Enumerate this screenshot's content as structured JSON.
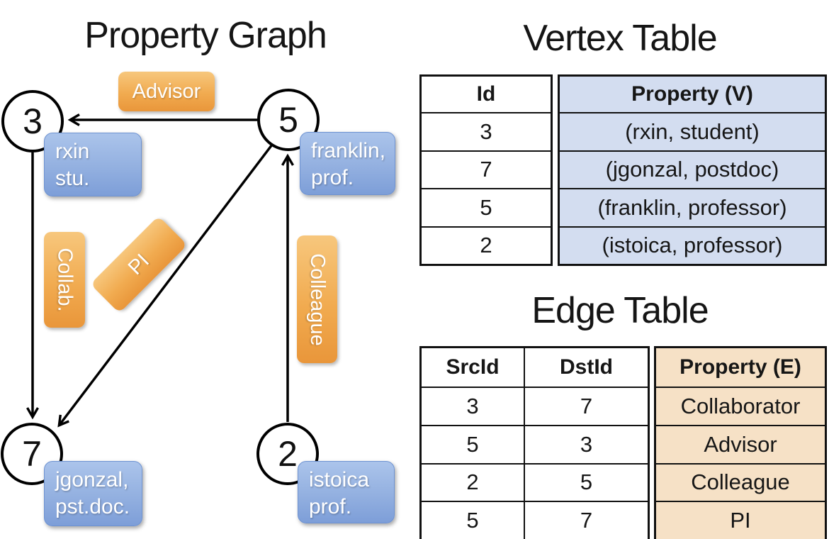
{
  "titles": {
    "graph": "Property Graph",
    "vertex": "Vertex Table",
    "edge": "Edge Table"
  },
  "graph": {
    "nodes": {
      "n3": "3",
      "n5": "5",
      "n7": "7",
      "n2": "2"
    },
    "vertex_boxes": {
      "rxin": [
        "rxin",
        "stu."
      ],
      "franklin": [
        "franklin,",
        "prof."
      ],
      "jgonzal": [
        "jgonzal,",
        "pst.doc."
      ],
      "istoica": [
        "istoica",
        "prof."
      ]
    },
    "edge_labels": {
      "advisor": "Advisor",
      "collab": "Collab.",
      "pi": "PI",
      "colleague": "Colleague"
    }
  },
  "vertex_table": {
    "headers": {
      "id": "Id",
      "property": "Property (V)"
    },
    "rows": [
      {
        "id": "3",
        "property": "(rxin, student)"
      },
      {
        "id": "7",
        "property": "(jgonzal, postdoc)"
      },
      {
        "id": "5",
        "property": "(franklin, professor)"
      },
      {
        "id": "2",
        "property": "(istoica, professor)"
      }
    ]
  },
  "edge_table": {
    "headers": {
      "src": "SrcId",
      "dst": "DstId",
      "property": "Property (E)"
    },
    "rows": [
      {
        "src": "3",
        "dst": "7",
        "property": "Collaborator"
      },
      {
        "src": "5",
        "dst": "3",
        "property": "Advisor"
      },
      {
        "src": "2",
        "dst": "5",
        "property": "Colleague"
      },
      {
        "src": "5",
        "dst": "7",
        "property": "PI"
      }
    ]
  },
  "colors": {
    "vertex_cell_bg": "#d3ddf0",
    "edge_cell_bg": "#f6e1c6",
    "vertex_box_gradient_top": "#abc4eb",
    "vertex_box_gradient_bottom": "#7d9ed8",
    "edge_box_gradient_top": "#f7c77d",
    "edge_box_gradient_bottom": "#e9963a",
    "line": "#000000"
  }
}
